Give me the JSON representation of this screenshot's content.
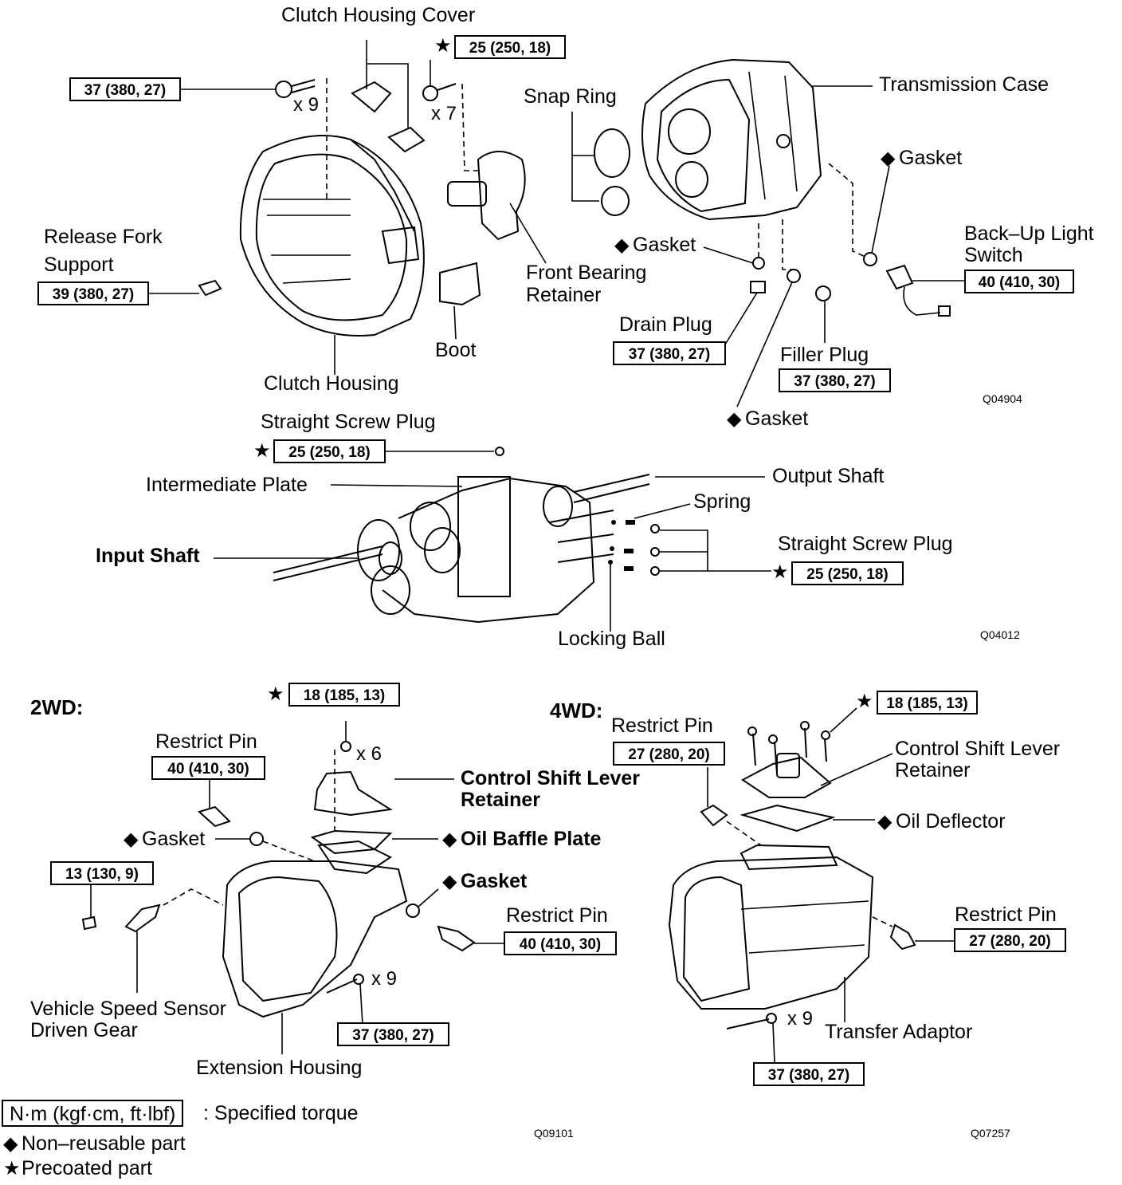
{
  "symbols": {
    "precoat": "★",
    "nonreuse": "◆"
  },
  "parts": {
    "clutch_housing_cover": "Clutch Housing Cover",
    "transmission_case": "Transmission Case",
    "snap_ring": "Snap Ring",
    "gasket": "Gasket",
    "release_fork_support_1": "Release  Fork",
    "release_fork_support_2": "Support",
    "back_up_light_switch_1": "Back–Up Light",
    "back_up_light_switch_2": "Switch",
    "front_bearing_retainer_1": "Front Bearing",
    "front_bearing_retainer_2": "Retainer",
    "drain_plug": "Drain Plug",
    "filler_plug": "Filler Plug",
    "boot": "Boot",
    "clutch_housing": "Clutch Housing",
    "straight_screw_plug": "Straight Screw Plug",
    "intermediate_plate": "Intermediate Plate",
    "output_shaft": "Output Shaft",
    "spring": "Spring",
    "input_shaft": "Input Shaft",
    "locking_ball": "Locking Ball",
    "restrict_pin": "Restrict Pin",
    "control_shift_lever_retainer_1": "Control Shift Lever",
    "control_shift_lever_retainer_2": "Retainer",
    "oil_baffle_plate": "Oil Baffle Plate",
    "oil_deflector": " Oil Deflector",
    "vehicle_speed_sensor_1": "Vehicle Speed Sensor",
    "vehicle_speed_sensor_2": "Driven Gear",
    "extension_housing": "Extension Housing",
    "transfer_adaptor": "Transfer Adaptor"
  },
  "torques": {
    "t37_380_27": "37 (380, 27)",
    "t25_250_18": "25 (250, 18)",
    "t39_380_27": "39 (380, 27)",
    "t40_410_30": "40 (410, 30)",
    "t18_185_13": "18 (185, 13)",
    "t27_280_20": "27 (280, 20)",
    "t13_130_9": "13 (130, 9)"
  },
  "multipliers": {
    "x9": "x 9",
    "x7": "x 7",
    "x6": "x 6"
  },
  "headings": {
    "wd2": "2WD:",
    "wd4": "4WD:"
  },
  "figure_codes": {
    "q04904": "Q04904",
    "q04012": "Q04012",
    "q09101": "Q09101",
    "q07257": "Q07257"
  },
  "legend": {
    "unit": "N·m (kgf·cm, ft·lbf)",
    "unit_desc": ": Specified torque",
    "nonreuse": "Non–reusable part",
    "precoat": "Precoated part"
  }
}
